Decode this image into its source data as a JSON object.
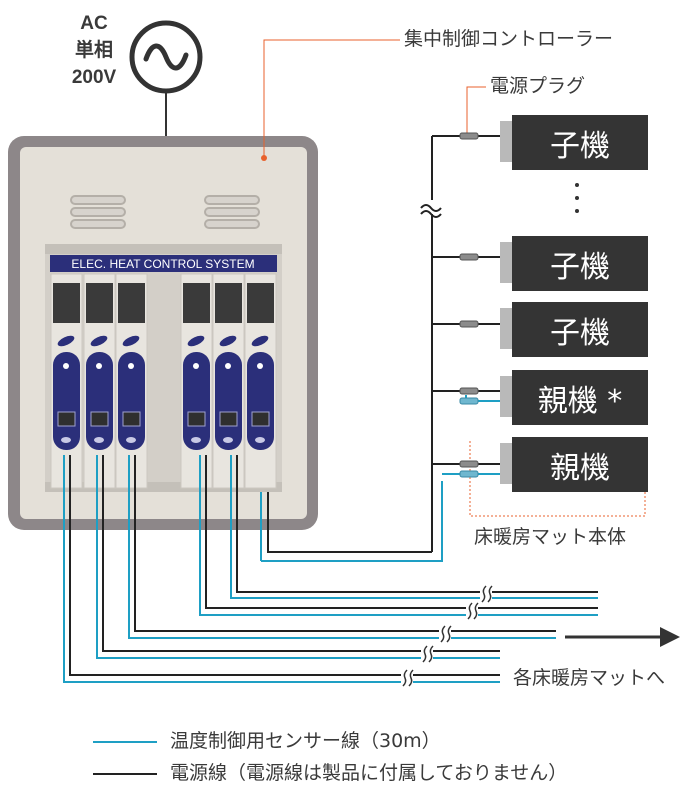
{
  "power": {
    "label_ac": "AC",
    "label_phase": "単相",
    "label_voltage": "200V"
  },
  "controller": {
    "label": "集中制御コントローラー",
    "panel_title": "ELEC. HEAT CONTROL SYSTEM"
  },
  "plug": {
    "label": "電源プラグ"
  },
  "units": [
    {
      "label": "子機"
    },
    {
      "label": "子機"
    },
    {
      "label": "子機"
    },
    {
      "label": "親機 *"
    },
    {
      "label": "親機"
    }
  ],
  "mat_label": "床暖房マット本体",
  "to_mats_label": "各床暖房マットへ",
  "legend": [
    {
      "label": "温度制御用センサー線（30m）",
      "color": "#1e9fc4"
    },
    {
      "label": "電源線（電源線は製品に付属しておりません）",
      "color": "#222222"
    }
  ],
  "colors": {
    "sensor": "#1e9fc4",
    "power": "#222222",
    "leader": "#e8612c",
    "panel": "#2b2f7a",
    "unit": "#343434"
  }
}
